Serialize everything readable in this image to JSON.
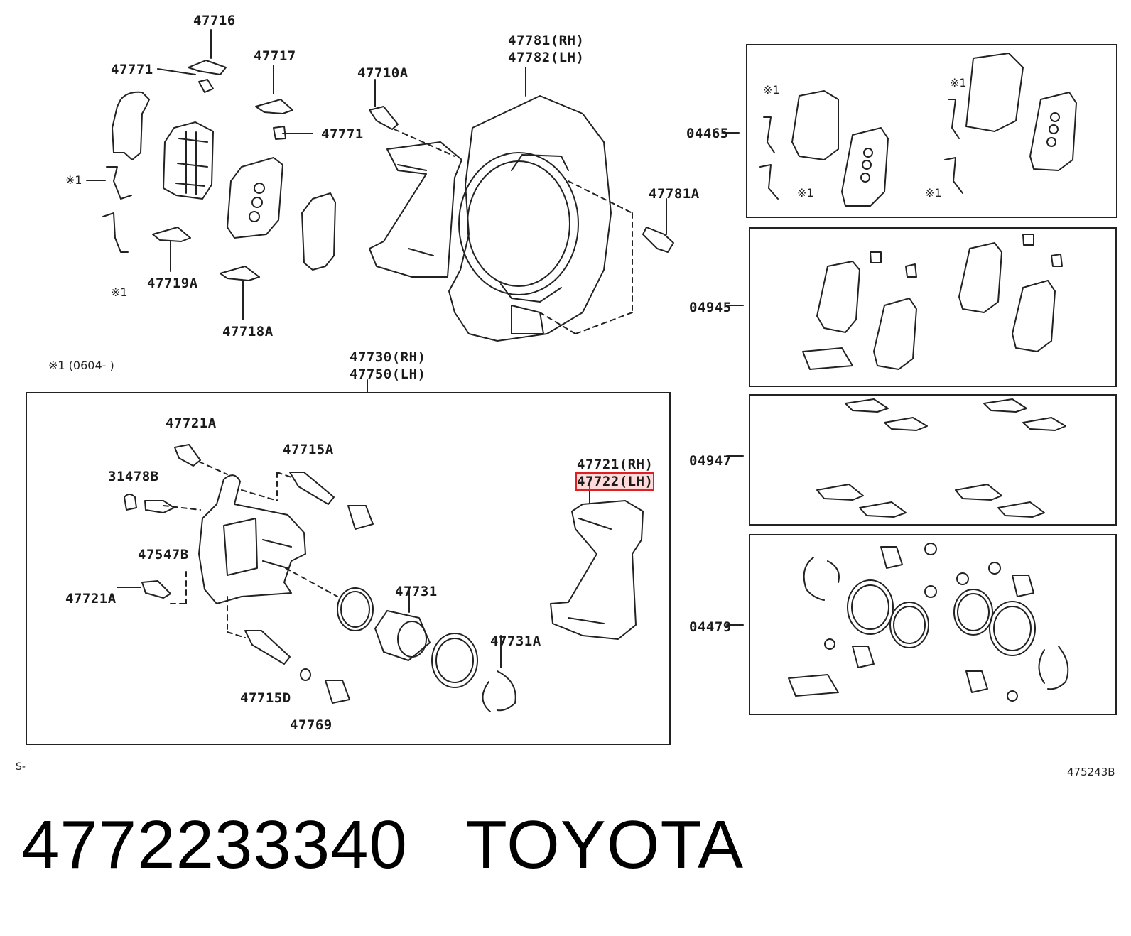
{
  "callouts": {
    "p47716": "47716",
    "p47771a": "47771",
    "p47717": "47717",
    "p47710A": "47710A",
    "p47781rh": "47781(RH)",
    "p47782lh": "47782(LH)",
    "p47771b": "47771",
    "p47781A": "47781A",
    "note1a": "※1",
    "note1b": "※1",
    "p47719A": "47719A",
    "p47718A": "47718A",
    "note_date": "※1 (0604-      )",
    "p47730rh": "47730(RH)",
    "p47750lh": "47750(LH)",
    "p47721A_top": "47721A",
    "p47715A": "47715A",
    "p31478B": "31478B",
    "p47547B": "47547B",
    "p47721A_left": "47721A",
    "p47721rh": "47721(RH)",
    "p47722lh": "47722(LH)",
    "p47731": "47731",
    "p47731A": "47731A",
    "p47715D": "47715D",
    "p47769": "47769",
    "k04465": "04465",
    "k04945": "04945",
    "k04947": "04947",
    "k04479": "04479",
    "kit_note1": "※1",
    "kit_note2": "※1",
    "kit_note3": "※1",
    "kit_note4": "※1",
    "footer_left": "S-",
    "footer_right": "475243B"
  },
  "product": {
    "part_number": "4772233340",
    "brand": "TOYOTA"
  },
  "highlight_color": "#e02020"
}
